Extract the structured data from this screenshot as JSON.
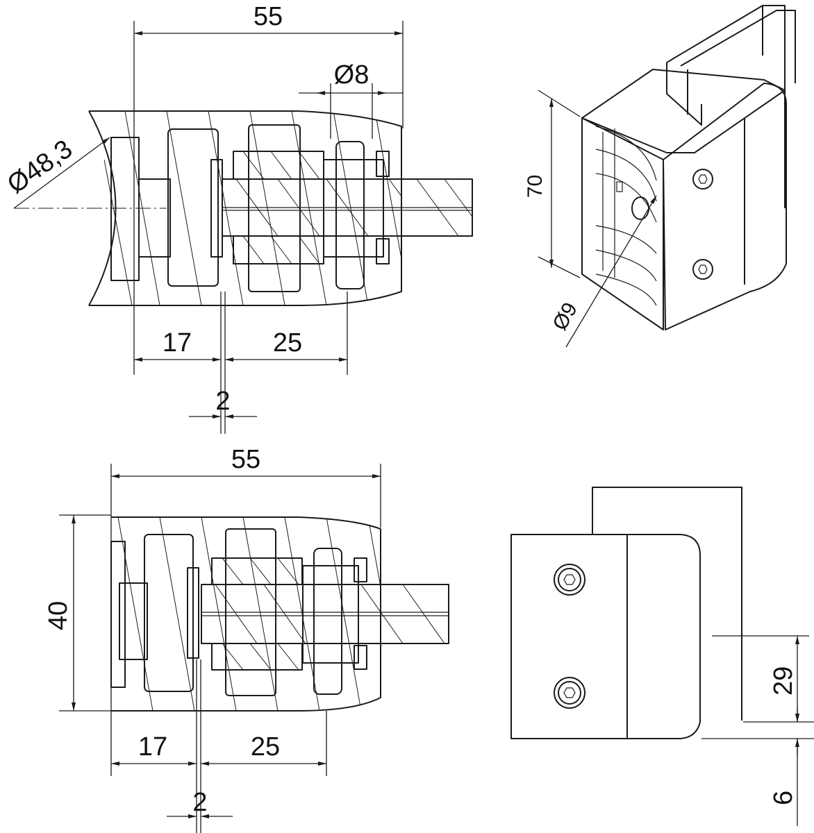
{
  "top_view": {
    "dim_total": "55",
    "dim_pipe": "Ø48,3",
    "dim_bolt": "Ø8",
    "dim_left": "17",
    "dim_right": "25",
    "dim_gap": "2"
  },
  "iso_view": {
    "dim_height": "70",
    "dim_hole": "Ø9"
  },
  "section_view": {
    "dim_total": "55",
    "dim_height": "40",
    "dim_left": "17",
    "dim_right": "25",
    "dim_gap": "2"
  },
  "front_view": {
    "dim_upper": "29",
    "dim_lower": "6"
  }
}
